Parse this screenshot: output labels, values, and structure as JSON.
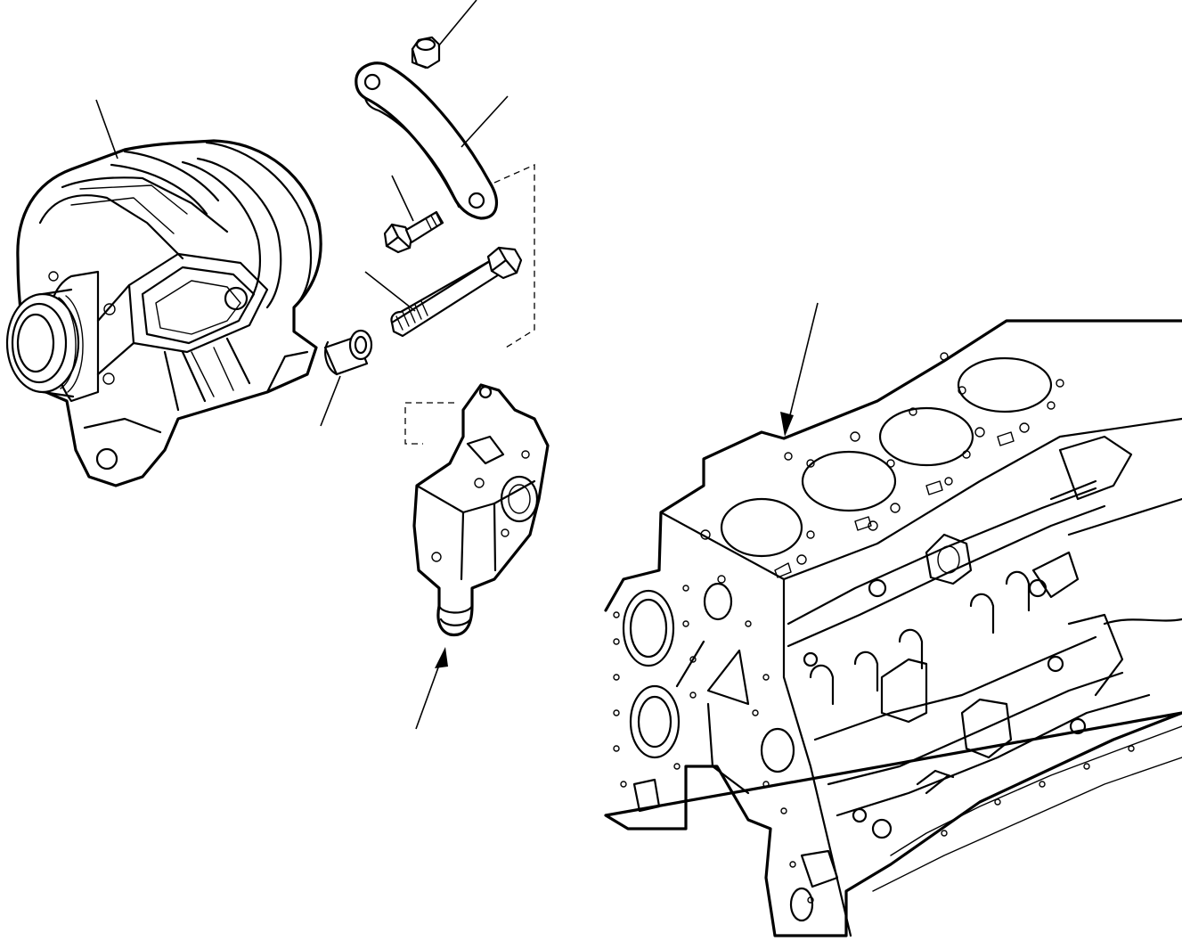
{
  "diagram": {
    "parts": [
      "alternator",
      "flange-nut",
      "adjusting-strap",
      "strap-bolt",
      "mounting-bolt",
      "spacer-bushing",
      "alternator-bracket",
      "cylinder-block"
    ],
    "colors": {
      "line": "#000000",
      "background": "#ffffff"
    }
  }
}
